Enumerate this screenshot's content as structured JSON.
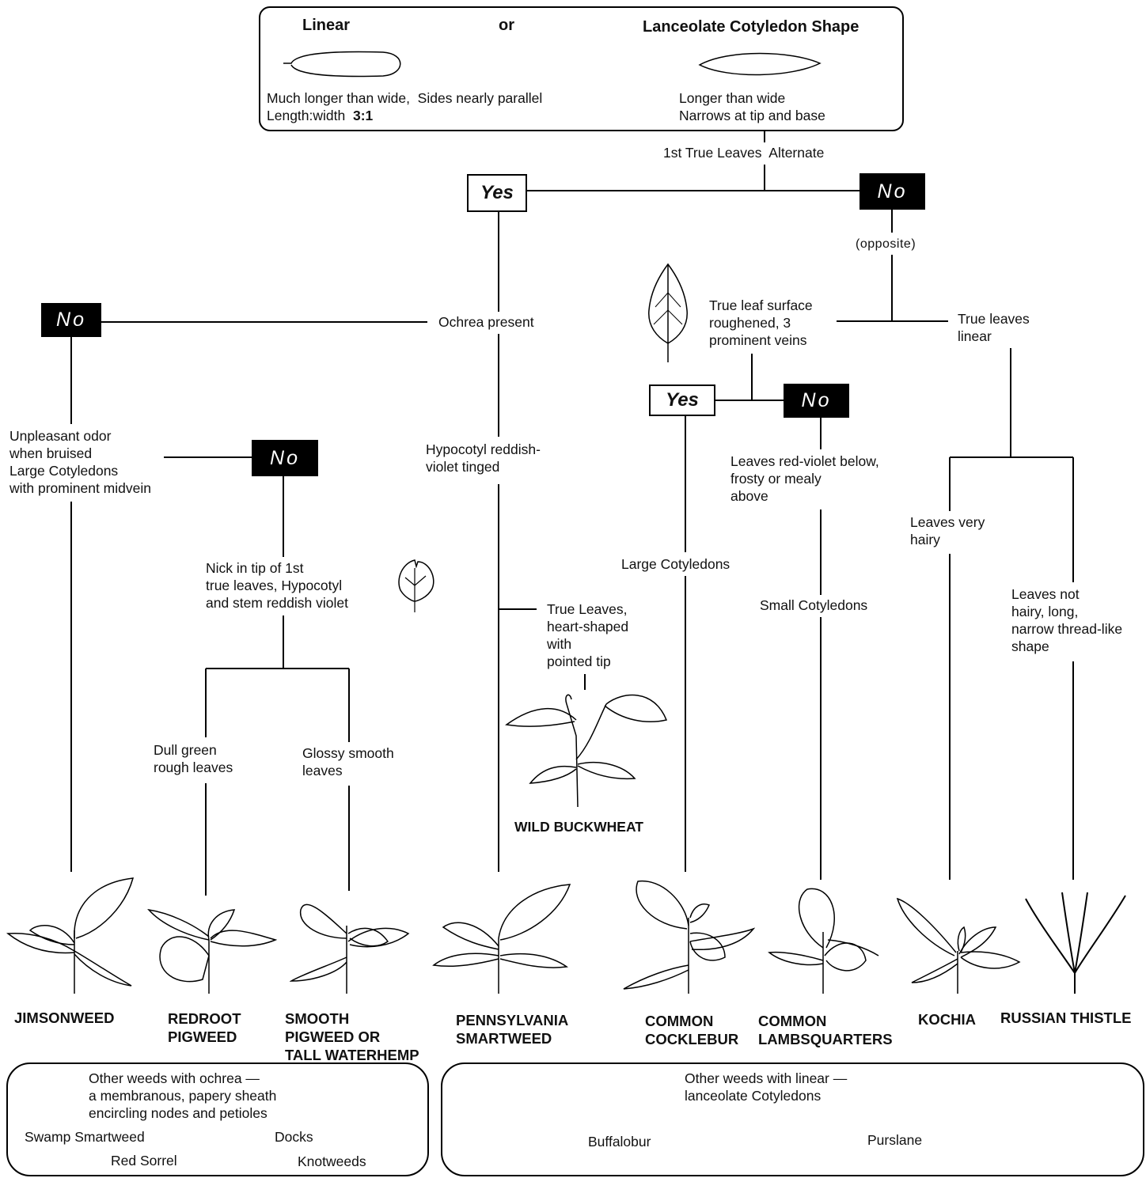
{
  "header": {
    "linear_label": "Linear",
    "or_label": "or",
    "lanceolate_label": "Lanceolate Cotyledon Shape",
    "linear_desc_1": "Much longer than wide,  Sides nearly parallel",
    "linear_desc_2a": "Length:width  ",
    "linear_desc_2b": "3:1",
    "lanceolate_desc_1": "Longer than wide",
    "lanceolate_desc_2": "Narrows at tip and base"
  },
  "question_alternate": "1st True Leaves  Alternate",
  "answers": {
    "yes": "Yes",
    "no": "No",
    "opposite": "(opposite)"
  },
  "nodes": {
    "ochrea": "Ochrea present",
    "roughened": "True leaf surface\nroughened, 3\nprominent veins",
    "linear_leaves": "True leaves\nlinear",
    "unpleasant": "Unpleasant odor\nwhen bruised\nLarge Cotyledons\nwith prominent midvein",
    "hypocotyl": "Hypocotyl reddish-\nviolet tinged",
    "red_violet": "Leaves red-violet below,\nfrosty or mealy\nabove",
    "very_hairy": "Leaves very\nhairy",
    "nick": "Nick in tip of 1st\ntrue leaves, Hypocotyl\nand stem reddish violet",
    "large_cotyledons": "Large Cotyledons",
    "small_cotyledons": "Small Cotyledons",
    "not_hairy": "Leaves not\nhairy, long,\nnarrow thread-like\nshape",
    "heart_shaped": "True Leaves,\nheart-shaped\nwith\npointed tip",
    "dull_green": "Dull green\nrough leaves",
    "glossy": "Glossy smooth\nleaves"
  },
  "weeds": {
    "wild_buckwheat": "WILD BUCKWHEAT",
    "jimsonweed": "JIMSONWEED",
    "redroot": "REDROOT\nPIGWEED",
    "smooth_pigweed": "SMOOTH\nPIGWEED OR\nTALL WATERHEMP",
    "pennsylvania": "PENNSYLVANIA\nSMARTWEED",
    "cocklebur": "COMMON\nCOCKLEBUR",
    "lambsquarters": "COMMON\nLAMBSQUARTERS",
    "kochia": "KOCHIA",
    "russian_thistle": "RUSSIAN THISTLE"
  },
  "footer_left": {
    "heading": "Other weeds with ochrea —\na membranous, papery sheath\nencircling nodes and petioles",
    "items": [
      "Swamp Smartweed",
      "Docks",
      "Red Sorrel",
      "Knotweeds"
    ]
  },
  "footer_right": {
    "heading": "Other weeds with linear —\nlanceolate Cotyledons",
    "items": [
      "Buffalobur",
      "Purslane"
    ]
  }
}
